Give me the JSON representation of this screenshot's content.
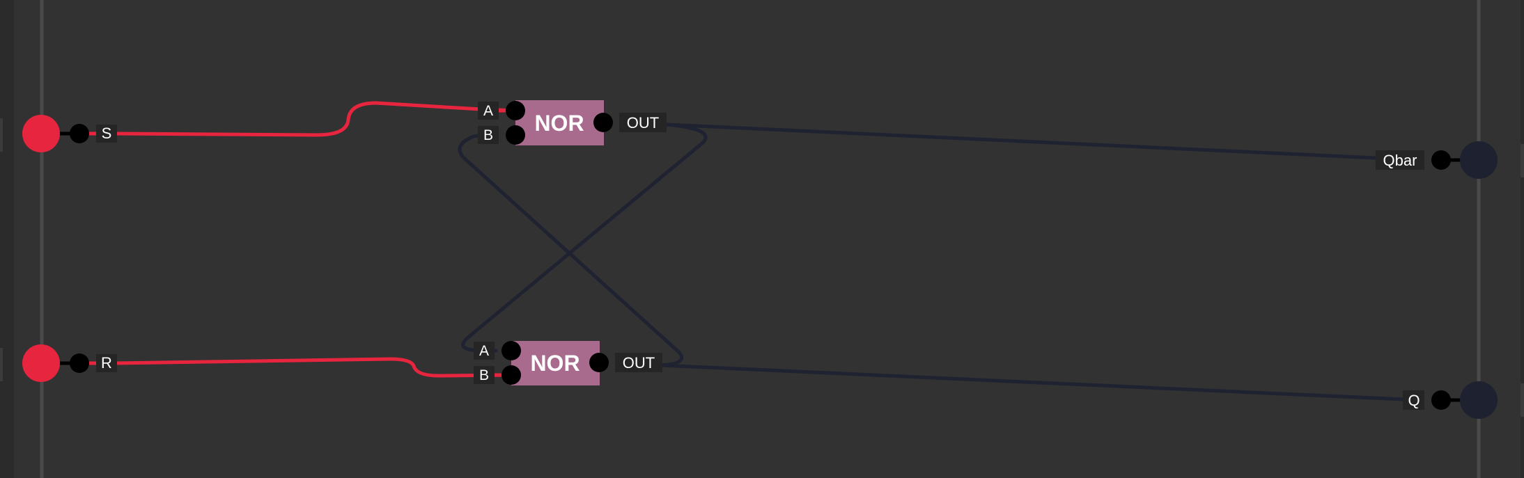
{
  "colors": {
    "background": "#323232",
    "rail": "#4a4a4a",
    "wire_on": "#e8253f",
    "wire_off": "#1f2230",
    "gate_fill": "#a86b8e",
    "pin": "#000000",
    "label_bg": "#252525",
    "output_off": "#1e2130"
  },
  "inputs": [
    {
      "id": "S",
      "label": "S",
      "state": "on"
    },
    {
      "id": "R",
      "label": "R",
      "state": "on"
    }
  ],
  "gates": [
    {
      "id": "nor-top",
      "type": "NOR",
      "pins": {
        "a": "A",
        "b": "B",
        "out": "OUT"
      }
    },
    {
      "id": "nor-bottom",
      "type": "NOR",
      "pins": {
        "a": "A",
        "b": "B",
        "out": "OUT"
      }
    }
  ],
  "outputs": [
    {
      "id": "Qbar",
      "label": "Qbar",
      "state": "off"
    },
    {
      "id": "Q",
      "label": "Q",
      "state": "off"
    }
  ],
  "connections": [
    {
      "from": "S",
      "to": "nor-top.A",
      "state": "on"
    },
    {
      "from": "R",
      "to": "nor-bottom.B",
      "state": "on"
    },
    {
      "from": "nor-top.OUT",
      "to": "Qbar",
      "state": "off"
    },
    {
      "from": "nor-bottom.OUT",
      "to": "Q",
      "state": "off"
    },
    {
      "from": "nor-top.OUT",
      "to": "nor-bottom.A",
      "state": "off"
    },
    {
      "from": "nor-bottom.OUT",
      "to": "nor-top.B",
      "state": "off"
    }
  ]
}
